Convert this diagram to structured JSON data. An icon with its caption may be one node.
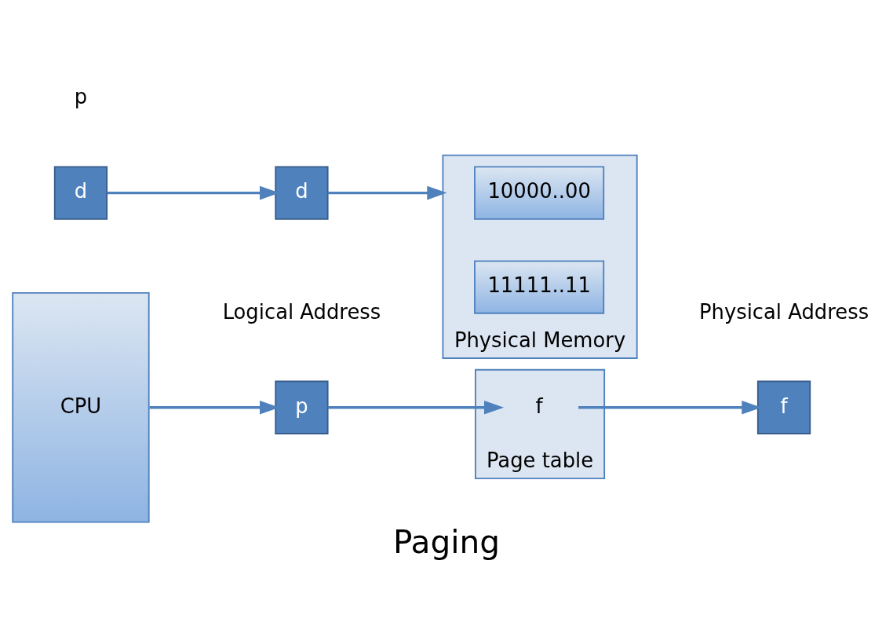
{
  "diagram": {
    "caption": "Paging",
    "nodes": [
      {
        "text": [
          "CPU"
        ]
      },
      {
        "text": [
          "p"
        ]
      },
      {
        "text": [
          "d"
        ]
      },
      {
        "text": [
          "f"
        ]
      },
      {
        "text": [
          "d"
        ]
      },
      {
        "text": [
          "Page table"
        ]
      },
      {
        "text": [
          "f"
        ],
        "in": 5
      },
      {
        "text": [
          "Physical Memory"
        ]
      },
      {
        "text": [
          "10000..00"
        ],
        "in": 7
      },
      {
        "text": [
          "11111..11"
        ],
        "in": 7
      }
    ],
    "edges": [
      {
        "from": 0,
        "to": 1,
        "arrow": "to"
      },
      {
        "from": 2,
        "to": 4,
        "arrow": "to"
      },
      {
        "from": 1,
        "to": 6,
        "arrow": "to"
      },
      {
        "from": 6,
        "to": 3,
        "arrow": "to"
      },
      {
        "from": 4,
        "to": 7,
        "arrow": "to"
      }
    ],
    "labels": [
      "Logical Address",
      "Physical Address",
      "p"
    ]
  }
}
